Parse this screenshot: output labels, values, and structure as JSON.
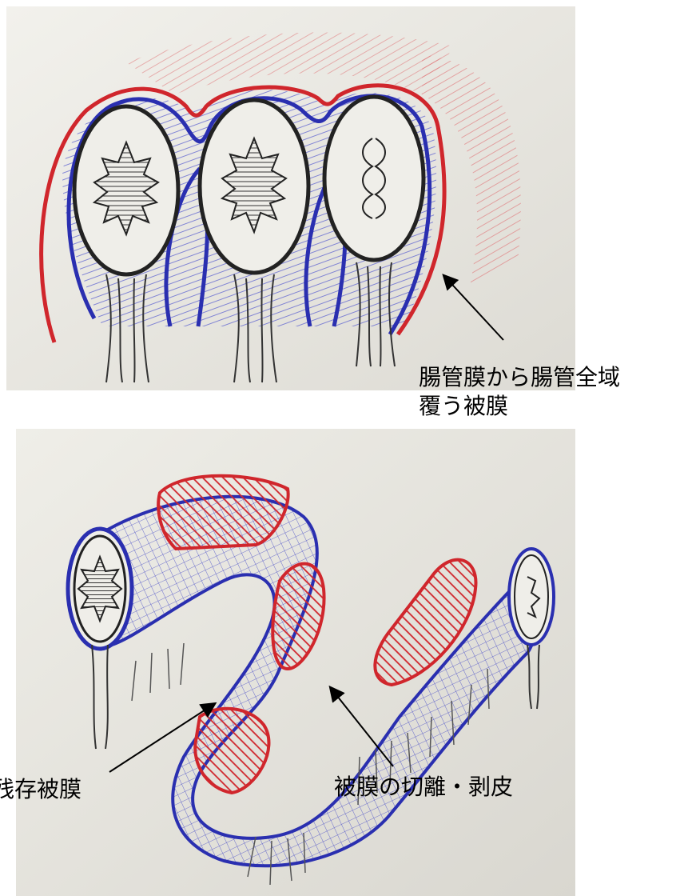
{
  "labels": {
    "top_annotation_line1": "腸管膜から腸管全域",
    "top_annotation_line2": "覆う被膜",
    "bottom_left_annotation": "残存被膜",
    "bottom_right_annotation": "被膜の切離・剥皮"
  },
  "colors": {
    "paper": "#ecebe5",
    "paper_shadow": "#d8d6cf",
    "blue_ink": "#2a2fb0",
    "red_ink": "#d0262c",
    "black_ink": "#2b2b2b",
    "arrow": "#000000"
  }
}
